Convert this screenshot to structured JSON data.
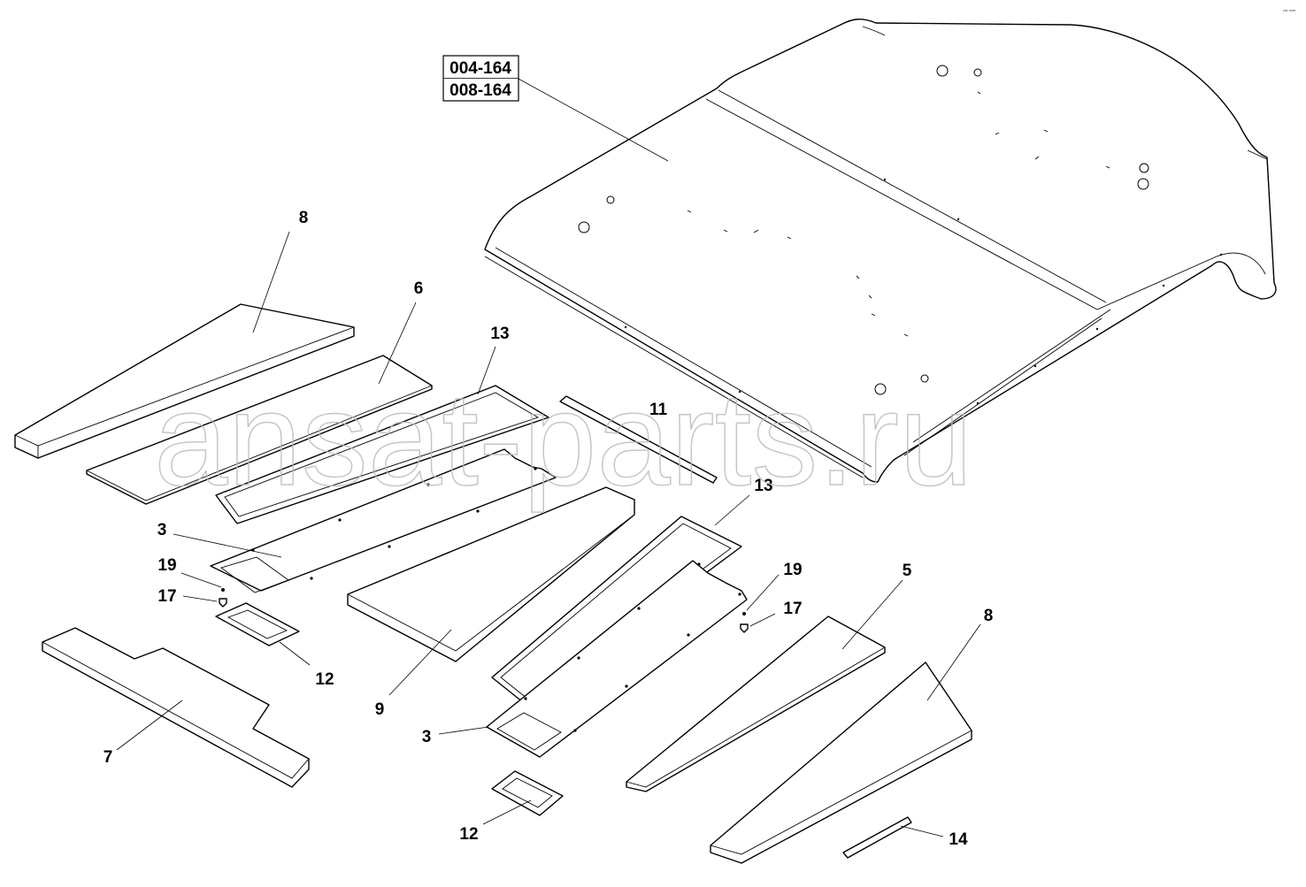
{
  "references": [
    "004-164",
    "008-164"
  ],
  "watermark": "ansat-parts.ru",
  "corner_mark": "▫▫ ▫▫▫",
  "callouts": {
    "8_top": "8",
    "6": "6",
    "13_top": "13",
    "11": "11",
    "13_mid": "13",
    "3_top": "3",
    "19_left": "19",
    "17_left": "17",
    "12_left": "12",
    "9": "9",
    "7": "7",
    "19_right": "19",
    "17_right": "17",
    "5": "5",
    "8_right": "8",
    "3_bottom": "3",
    "12_bottom": "12",
    "14": "14"
  }
}
